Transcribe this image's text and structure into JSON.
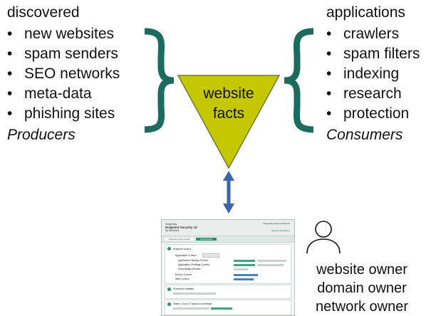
{
  "producers": {
    "header": "discovered",
    "items": [
      "new websites",
      "spam senders",
      "SEO networks",
      "meta-data",
      "phishing sites"
    ],
    "footer": "Producers"
  },
  "consumers": {
    "header": "applications",
    "items": [
      "crawlers",
      "spam filters",
      "indexing",
      "research",
      "protection"
    ],
    "footer": "Consumers"
  },
  "center": {
    "line1": "website",
    "line2": "facts"
  },
  "screenshot": {
    "title_small": "Kaspersky",
    "title": "Endpoint Security 10",
    "subtitle": "for Windows",
    "top_right": "Kaspersky Security Network",
    "top_right2": "Reports  Quarantine",
    "tab_a": "Protection and Control",
    "tab_b": "Scan/Update",
    "section1": "Endpoint control",
    "row1": "Application Control",
    "row1_btn": "Application Privileges",
    "row2": "Application Startup Control",
    "row3": "Application Privilege Control",
    "row4": "Vulnerability Monitor",
    "row5": "Device Control",
    "row6": "Web Control",
    "section2": "Protection enabled",
    "section3": "Tasks: 3 out of 7 tasks on schedule"
  },
  "owners": [
    "website owner",
    "domain owner",
    "network owner"
  ],
  "colors": {
    "brace": "#1d6b5f",
    "triangle_fill": "#c5c800",
    "triangle_stroke": "#6e7a3a",
    "arrow": "#3a64b0",
    "screenshot_accent": "#2e8e6a"
  },
  "icons": {
    "person": "person-outline-icon",
    "bullet": "•"
  }
}
